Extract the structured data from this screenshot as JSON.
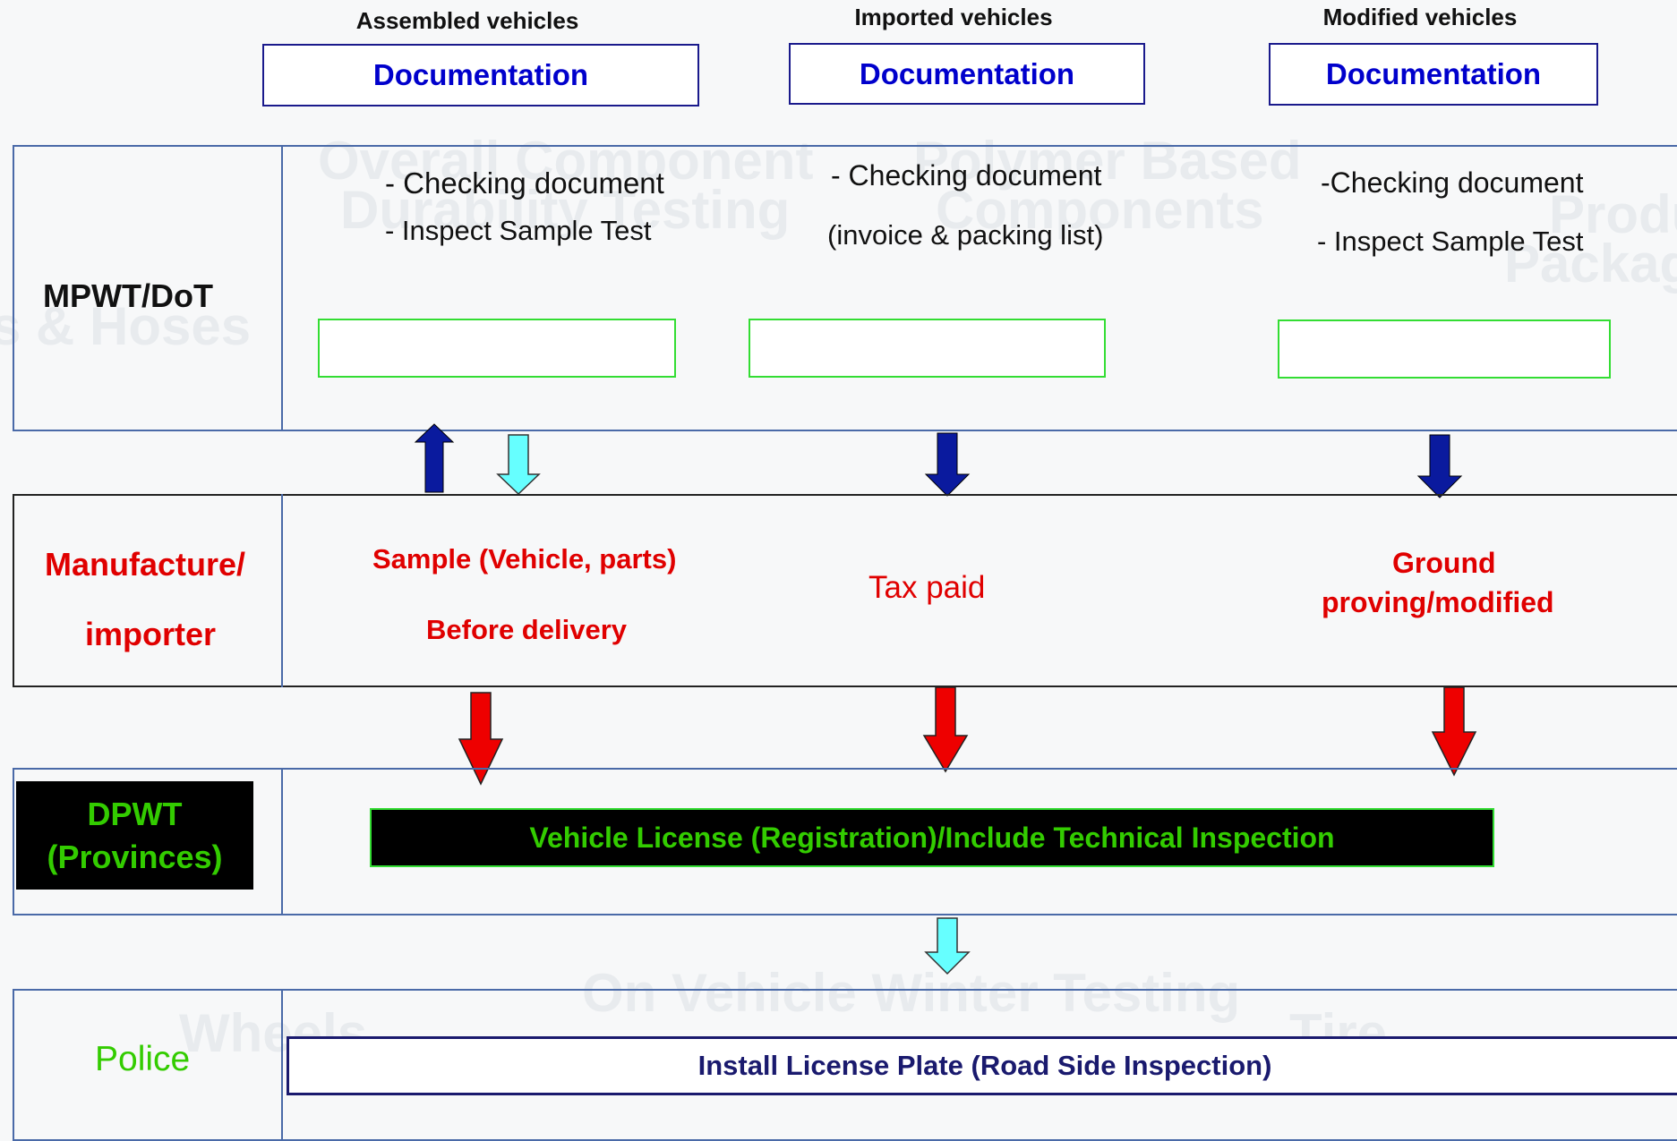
{
  "columns": [
    {
      "heading": "Assembled vehicles",
      "doc_label": "Documentation"
    },
    {
      "heading": "Imported vehicles",
      "doc_label": "Documentation"
    },
    {
      "heading": "Modified vehicles",
      "doc_label": "Documentation"
    }
  ],
  "mpwt": {
    "label": "MPWT/DoT",
    "assembled": {
      "line1": "- Checking document",
      "line2": "- Inspect Sample Test"
    },
    "imported": {
      "line1": "-  Checking document",
      "line2": "(invoice & packing list)"
    },
    "modified": {
      "line1": "-Checking document",
      "line2": "- Inspect Sample Test"
    }
  },
  "manufacture": {
    "label_line1": "Manufacture/",
    "label_line2": "importer",
    "assembled": {
      "line1": "Sample (Vehicle, parts)",
      "line2": "Before delivery"
    },
    "imported": {
      "line1": "Tax  paid"
    },
    "modified": {
      "line1": "Ground",
      "line2": "proving/modified"
    }
  },
  "dpwt": {
    "label_line1": "DPWT",
    "label_line2": "(Provinces)",
    "box_label": "Vehicle License (Registration)/Include Technical Inspection"
  },
  "police": {
    "label": "Police",
    "box_label": "Install License Plate (Road Side Inspection)"
  },
  "background_watermarks": [
    "Overall Component",
    "Durability Testing",
    "Polymer Based",
    "Components",
    "Produc",
    "Packag",
    "s & Hoses",
    "On Vehicle  Winter Testing",
    "Wheels",
    "Tire"
  ],
  "colors": {
    "doc_text": "#0000cc",
    "red_text": "#e00000",
    "green_text": "#33cc00",
    "arrow_blue": "#0a1a9e",
    "arrow_cyan": "#66ffff",
    "arrow_red": "#ee0000",
    "box_green_border": "#33dd33"
  }
}
